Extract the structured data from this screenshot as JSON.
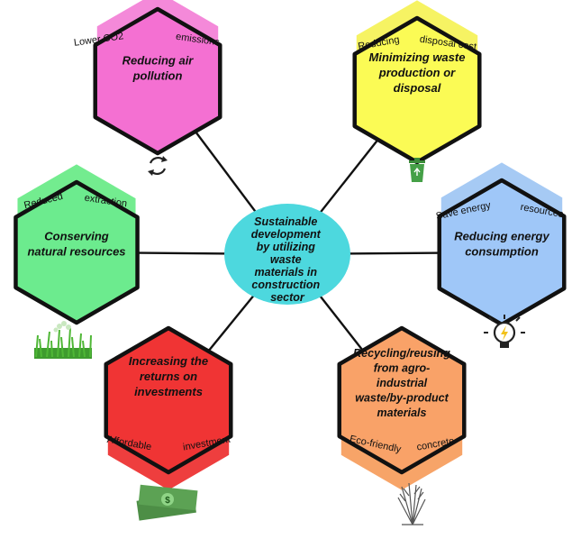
{
  "center": {
    "lines": [
      "Sustainable",
      "development",
      "by utilizing",
      "waste",
      "materials in",
      "construction",
      "sector"
    ],
    "color": "#4DD8DE"
  },
  "nodes": [
    {
      "id": "air",
      "title_lines": [
        "Reducing air",
        "pollution"
      ],
      "tag_left": "Lower CO2",
      "tag_right": "emissions",
      "color": "#F470D2",
      "tab_color": "#F489D9",
      "icon": "recycle-arrows-icon"
    },
    {
      "id": "waste",
      "title_lines": [
        "Minimizing waste",
        "production or",
        "disposal"
      ],
      "tag_left": "Reducing",
      "tag_right": "disposal cost",
      "color": "#FBFB55",
      "tab_color": "#F6F363",
      "icon": "recycle-bin-icon"
    },
    {
      "id": "resources",
      "title_lines": [
        "Conserving",
        "natural resources"
      ],
      "tag_left": "Reduced",
      "tag_right": "extraction",
      "color": "#6CEB8E",
      "tab_color": "#73EC8F",
      "icon": "grass-icon"
    },
    {
      "id": "energy",
      "title_lines": [
        "Reducing energy",
        "consumption"
      ],
      "tag_left": "Save energy",
      "tag_right": "resources",
      "color": "#9FC7F8",
      "tab_color": "#A6CAF4",
      "icon": "light-bulb-icon"
    },
    {
      "id": "returns",
      "title_lines": [
        "Increasing the",
        "returns on",
        "investments"
      ],
      "tag_left": "Affordable",
      "tag_right": "investment",
      "color": "#F03434",
      "tab_color": "#EE3E3E",
      "icon": "money-icon"
    },
    {
      "id": "recycling",
      "title_lines": [
        "Recycling/reusing",
        "from agro-",
        "industrial",
        "waste/by-product",
        "materials"
      ],
      "tag_left": "Eco-friendly",
      "tag_right": "concrete",
      "color": "#F9A268",
      "tab_color": "#F7A468",
      "icon": "dried-plant-icon"
    }
  ]
}
